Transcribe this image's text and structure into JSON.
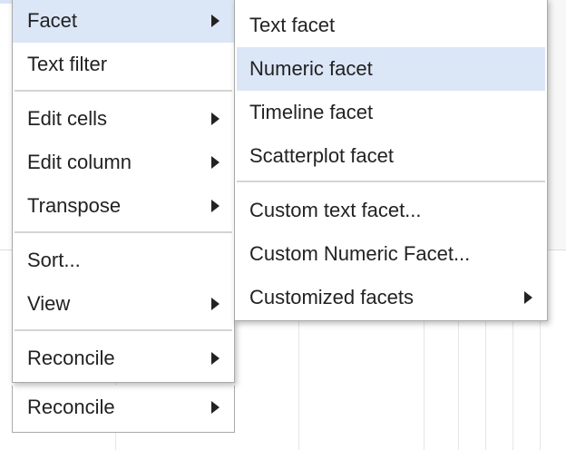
{
  "main_menu": {
    "items": [
      {
        "label": "Facet",
        "submenu": true,
        "highlight": true
      },
      {
        "label": "Text filter",
        "submenu": false
      },
      {
        "label": "Edit cells",
        "submenu": true
      },
      {
        "label": "Edit column",
        "submenu": true
      },
      {
        "label": "Transpose",
        "submenu": true
      },
      {
        "label": "Sort...",
        "submenu": false
      },
      {
        "label": "View",
        "submenu": true
      },
      {
        "label": "Reconcile",
        "submenu": true
      }
    ]
  },
  "ghost_menu": {
    "items": [
      {
        "label": "Reconcile",
        "submenu": true
      }
    ]
  },
  "facet_submenu": {
    "items": [
      {
        "label": "Text facet"
      },
      {
        "label": "Numeric facet",
        "highlight": true
      },
      {
        "label": "Timeline facet"
      },
      {
        "label": "Scatterplot facet"
      },
      {
        "label": "Custom text facet..."
      },
      {
        "label": "Custom Numeric Facet..."
      },
      {
        "label": "Customized facets",
        "submenu": true
      }
    ]
  },
  "colors": {
    "highlight": "#dbe6f7",
    "border": "#a9a9a9",
    "separator": "#d4d4d4",
    "text": "#222222"
  }
}
